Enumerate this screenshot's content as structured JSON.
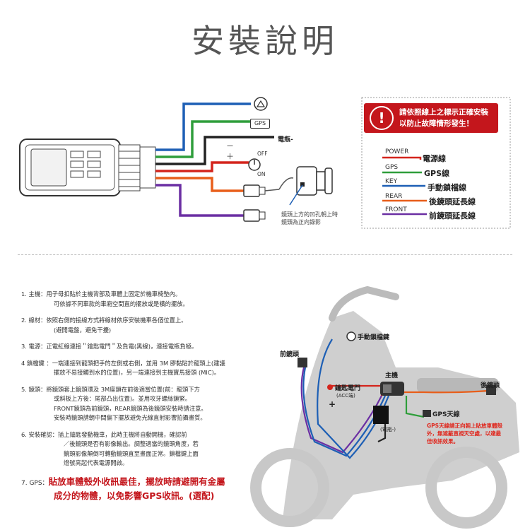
{
  "title": "安裝說明",
  "warning": {
    "line1": "請依照線上之標示正確安裝",
    "line2": "以防止故障情形發生！"
  },
  "legend": [
    {
      "tag": "POWER",
      "name": "電源線",
      "color": "#d4241c"
    },
    {
      "tag": "GPS",
      "name": "GPS線",
      "color": "#2f9e3b"
    },
    {
      "tag": "KEY",
      "name": "手動鎖檔線",
      "color": "#1d5fb5"
    },
    {
      "tag": "REAR",
      "name": "後鏡頭延長線",
      "color": "#e85e1a"
    },
    {
      "tag": "FRONT",
      "name": "前鏡頭延長線",
      "color": "#6b2fa3"
    }
  ],
  "diagram": {
    "gps_label": "GPS",
    "power_label": "電瓶-",
    "minus": "－",
    "plus": "＋",
    "off": "OFF",
    "on": "ON",
    "camera_note_1": "鏡頭上方的凹孔朝上時",
    "camera_note_2": "鏡頭為正向錄影"
  },
  "steps": {
    "s1_a": "1. 主機：用子母扣貼於主機背部及車體上固定於機車椅墊內。",
    "s1_b": "可依據不同車款的車廂空間直的擺放或是橫的擺放。",
    "s2_a": "2. 線材：依照右側的接線方式將線材依序安裝機車各個位置上。",
    "s2_b": "(避開電盤，避免干擾)",
    "s3_a": "3. 電源：正電紅線連接＂鑰匙電門＂及負電(黑線)，連接電瓶負極。",
    "s4_a": "4 鎖檔鍵 ：一端連接到龍頭把手的左側或右側，並用 3M 膠黏貼於龍頭上(建議",
    "s4_b": "擺放不易接觸到水的位置)，另一端連接到主機寶馬接頭 (MIC)。",
    "s5_a": "5. 鏡頭：將鏡頭套上鏡頭環及 3M座鎖在前後適當位置(前：龍頭下方",
    "s5_b": "或斜板上方後：尾部凸出位置)。並用攻牙螺絲鎖緊。",
    "s5_c": "FRONT鏡頭為前鏡頭，REAR鏡頭為後鏡頭安裝時請注意。",
    "s5_d": "安裝時鏡頭請朝中間偏下擺放避免光線直射影響拍攝畫質。",
    "s6_a": "6. 安裝確認：插上鑰匙發動機車，此時主機將自動開機，確認前",
    "s6_b": "／後鏡頭是否有影像輸出。調整適當的鏡頭角度，若",
    "s6_c": "鏡頭影像顛倒可轉動鏡頭直至畫面正常。鎖檔鍵上面",
    "s6_d": "燈號亮起代表電源開啟。",
    "s7_num": "7. GPS：",
    "s7_a": "貼放車體殼外收訊最佳，擺放時請避開有金屬",
    "s7_b": "成分的物體，以免影響GPS收訊。(選配)"
  },
  "moto": {
    "manual_lock": "手動鎖檔鍵",
    "front_cam": "前鏡頭",
    "host": "主機",
    "rear_cam": "後鏡頭",
    "key_switch": "鑰匙電門",
    "acc": "(ACC端)",
    "plus": "+",
    "battery": "(電瓶-)",
    "gps_antenna": "GPS天線",
    "gps_note": "GPS天線請正向朝上貼放車體殼外，無遮蔽直視天空處，以達最佳收訊效果。"
  }
}
